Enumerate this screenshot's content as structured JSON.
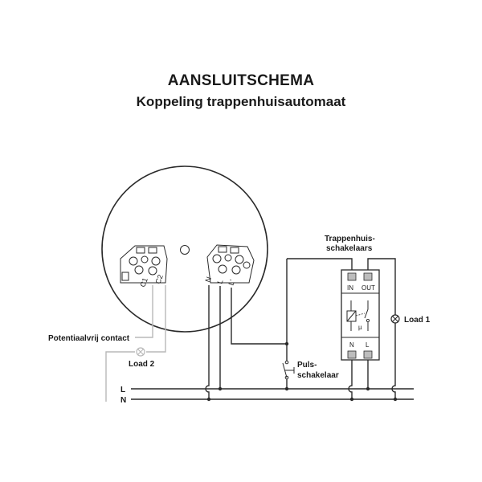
{
  "header": {
    "title": "AANSLUITSCHEMA",
    "subtitle": "Koppeling trappenhuisautomaat"
  },
  "device": {
    "terminals_left": [
      "C1",
      "C2"
    ],
    "terminals_right": [
      "N",
      "L",
      "L'"
    ]
  },
  "labels": {
    "potential_free": "Potentiaalvrij contact",
    "load2": "Load 2",
    "load1": "Load 1",
    "timer_line1": "Trappenhuis-",
    "timer_line2": "schakelaars",
    "push_line1": "Puls-",
    "push_line2": "schakelaar",
    "bus_L": "L",
    "bus_N": "N"
  },
  "timer": {
    "in": "IN",
    "out": "OUT",
    "n": "N",
    "l": "L",
    "mu": "µ"
  }
}
